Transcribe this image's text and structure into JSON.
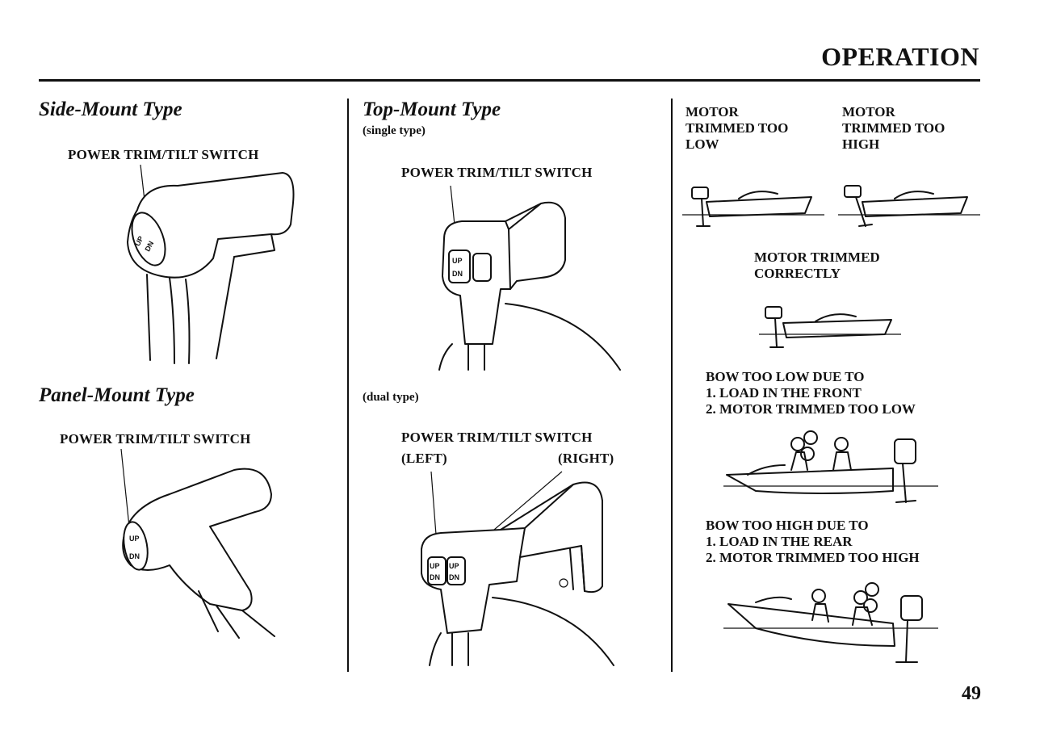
{
  "header": {
    "title": "OPERATION"
  },
  "page_number": "49",
  "side_mount": {
    "title": "Side-Mount Type",
    "switch_label": "POWER TRIM/TILT SWITCH",
    "button_up": "UP",
    "button_dn": "DN"
  },
  "panel_mount": {
    "title": "Panel-Mount Type",
    "switch_label": "POWER TRIM/TILT SWITCH",
    "button_up": "UP",
    "button_dn": "DN"
  },
  "top_mount": {
    "title": "Top-Mount Type",
    "single_label": "(single type)",
    "single_switch_label": "POWER TRIM/TILT SWITCH",
    "dual_label": "(dual type)",
    "dual_switch_label": "POWER TRIM/TILT SWITCH",
    "left_label": "(LEFT)",
    "right_label": "(RIGHT)",
    "button_up": "UP",
    "button_dn": "DN"
  },
  "trim": {
    "too_low": [
      "MOTOR",
      "TRIMMED TOO",
      "LOW"
    ],
    "too_high": [
      "MOTOR",
      "TRIMMED TOO",
      "HIGH"
    ],
    "correct": [
      "MOTOR TRIMMED",
      "CORRECTLY"
    ],
    "bow_low": [
      "BOW TOO LOW DUE TO",
      "1. LOAD IN THE FRONT",
      "2. MOTOR TRIMMED TOO LOW"
    ],
    "bow_high": [
      "BOW TOO HIGH DUE TO",
      "1. LOAD IN THE REAR",
      "2. MOTOR TRIMMED TOO HIGH"
    ]
  }
}
